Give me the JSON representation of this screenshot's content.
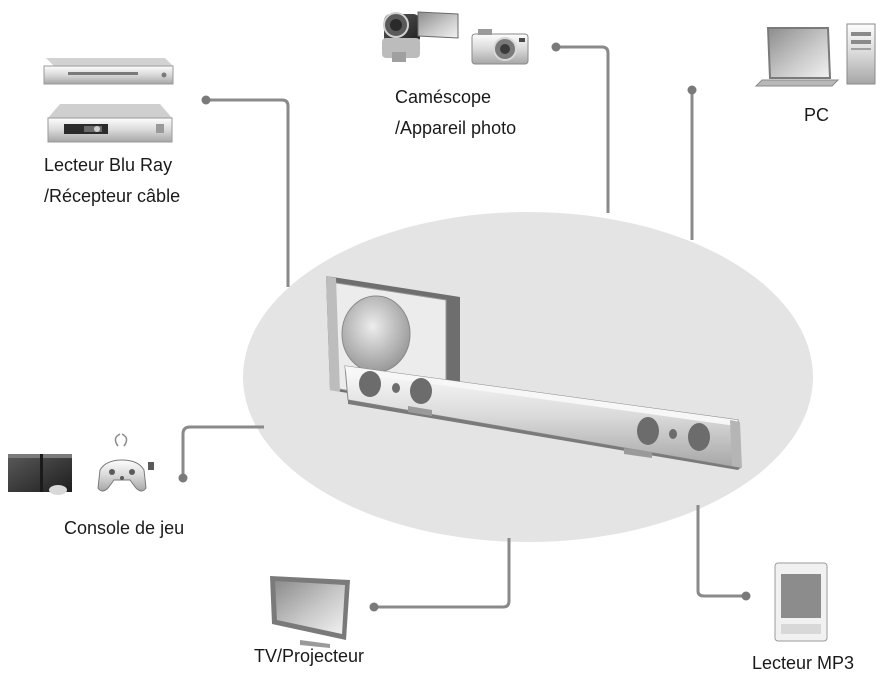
{
  "devices": {
    "bluray": {
      "icon": "bluray-player-icon",
      "line1": "Lecteur Blu Ray",
      "line2": "/Récepteur câble"
    },
    "camera": {
      "icon": "camcorder-camera-icon",
      "line1": "Caméscope",
      "line2": "/Appareil photo"
    },
    "pc": {
      "icon": "pc-icon",
      "label": "PC"
    },
    "console": {
      "icon": "game-console-icon",
      "label": "Console de jeu"
    },
    "tv": {
      "icon": "tv-icon",
      "label": "TV/Projecteur"
    },
    "mp3": {
      "icon": "mp3-player-icon",
      "label": "Lecteur MP3"
    }
  },
  "center": {
    "icon": "soundbar-icon"
  },
  "colors": {
    "ellipse": "#e4e4e4",
    "line": "#8a8a8a",
    "dot": "#7a7a7a"
  }
}
